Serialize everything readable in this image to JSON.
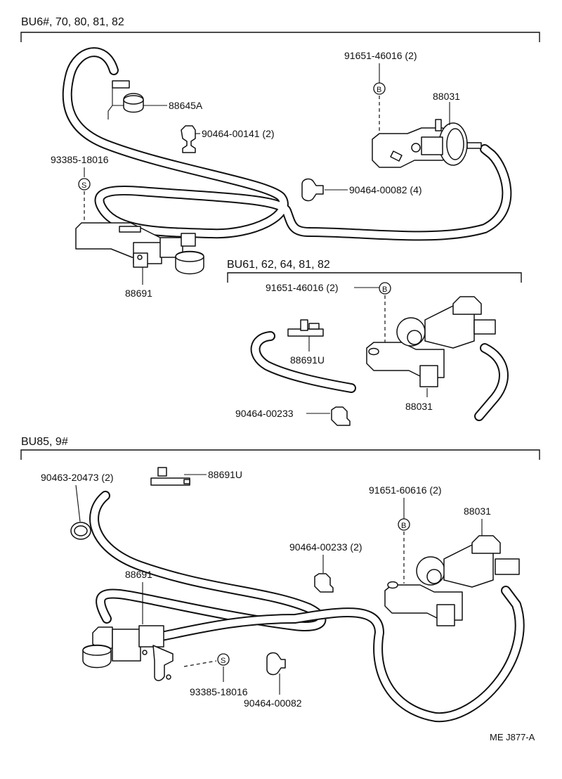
{
  "sections": {
    "s1": {
      "title": "BU6#, 70, 80, 81, 82",
      "labels": {
        "p88645a": "88645A",
        "p90464_00141": "90464-00141 (2)",
        "p93385_top": "93385-18016",
        "p88691": "88691",
        "p91651_top": "91651-46016 (2)",
        "p88031_top": "88031",
        "p90464_00082_4": "90464-00082 (4)"
      },
      "circle_s": "S",
      "circle_b": "B"
    },
    "s2": {
      "title": "BU61, 62, 64, 81, 82",
      "labels": {
        "p91651_mid": "91651-46016 (2)",
        "p88691u_mid": "88691U",
        "p88031_mid": "88031",
        "p90464_00233_mid": "90464-00233"
      },
      "circle_b": "B"
    },
    "s3": {
      "title": "BU85, 9#",
      "labels": {
        "p90463": "90463-20473 (2)",
        "p88691u_bot": "88691U",
        "p91651_bot": "91651-60616 (2)",
        "p88031_bot": "88031",
        "p90464_00233_bot": "90464-00233 (2)",
        "p88691_bot": "88691",
        "p93385_bot": "93385-18016",
        "p90464_00082_bot": "90464-00082"
      },
      "circle_s": "S",
      "circle_b": "B"
    }
  },
  "footer_code": "ME J877-A"
}
